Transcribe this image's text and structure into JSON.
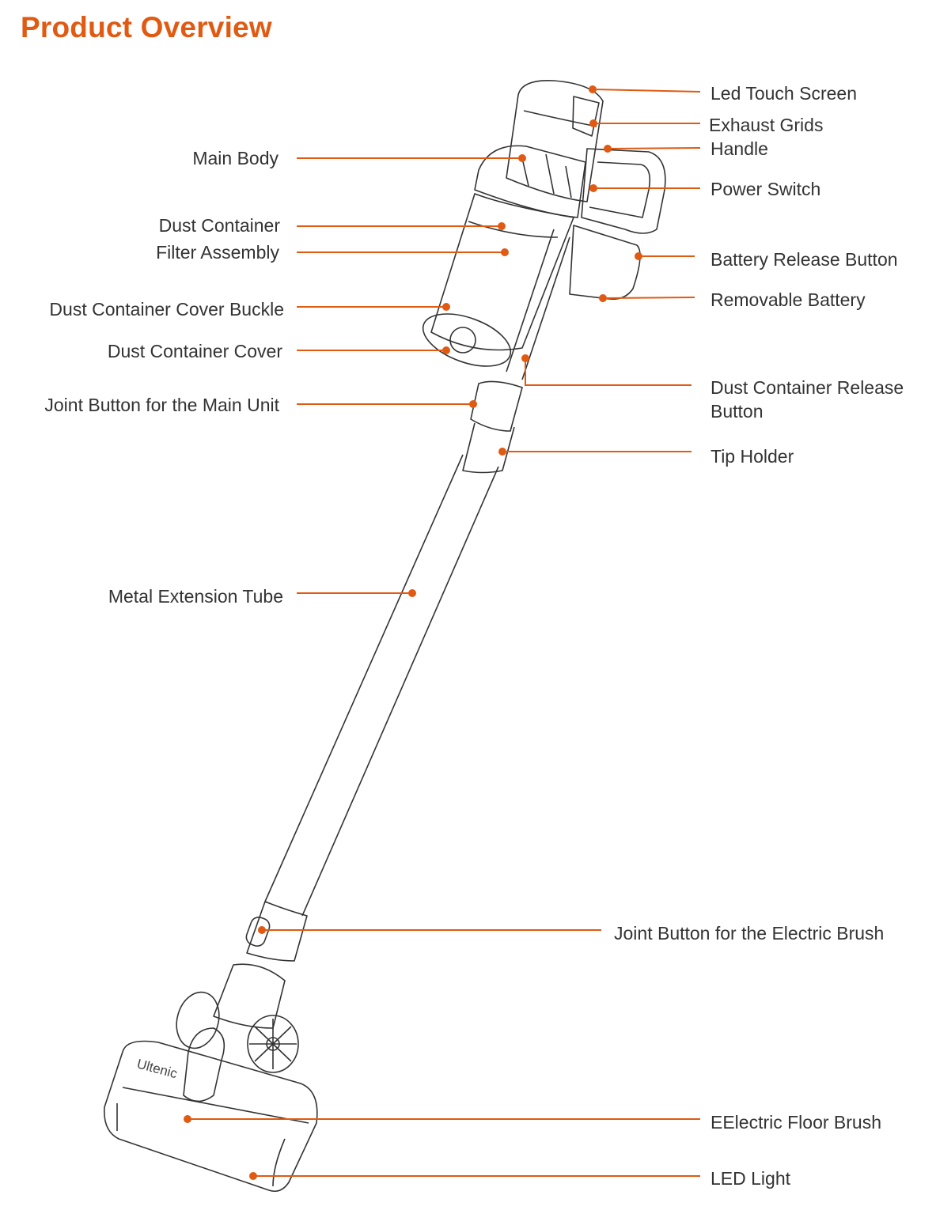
{
  "title": "Product Overview",
  "accent_color": "#e05a12",
  "labels": {
    "led_touch_screen": "Led Touch Screen",
    "exhaust_grids": "Exhaust Grids",
    "handle": "Handle",
    "power_switch": "Power Switch",
    "battery_release_button": "Battery Release Button",
    "removable_battery": "Removable Battery",
    "dust_container_release_button_1": "Dust Container Release",
    "dust_container_release_button_2": "Button",
    "tip_holder": "Tip Holder",
    "main_body": "Main Body",
    "dust_container": "Dust Container",
    "filter_assembly": "Filter Assembly",
    "dust_container_cover_buckle": "Dust Container Cover Buckle",
    "dust_container_cover": "Dust Container Cover",
    "joint_button_main_unit": "Joint Button for the Main Unit",
    "metal_extension_tube": "Metal Extension Tube",
    "joint_button_electric_brush": "Joint Button for the Electric Brush",
    "electric_floor_brush": "EElectric Floor Brush",
    "led_light": "LED Light"
  },
  "brand_logo": "Ultenic"
}
